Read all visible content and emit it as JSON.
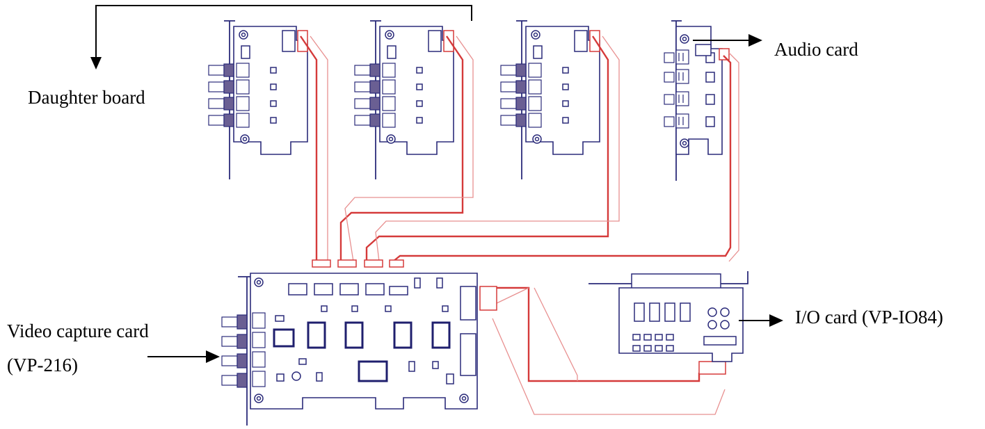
{
  "labels": {
    "daughter_board": "Daughter board",
    "audio_card": "Audio card",
    "video_capture_line1": "Video capture card",
    "video_capture_line2": "(VP-216)",
    "io_card": "I/O card (VP-IO84)"
  },
  "colors": {
    "board_outline": "#2b2b7a",
    "connector_fill": "#6a5f93",
    "cable": "#d53a3a",
    "cable_light": "#e89090",
    "arrow": "#000000",
    "background": "#ffffff"
  },
  "components": {
    "daughter_board_count": 3,
    "audio_card_count": 1,
    "video_capture_card_count": 1,
    "io_card_count": 1,
    "ribbon_cable_count": 5
  }
}
